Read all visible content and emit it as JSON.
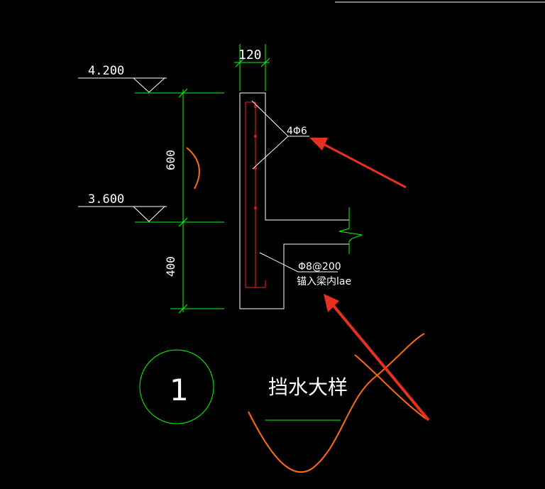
{
  "drawing": {
    "elevations": {
      "top": "4.200",
      "middle": "3.600"
    },
    "dimensions": {
      "width": "120",
      "upper_height": "600",
      "lower_height": "400"
    },
    "rebar_labels": {
      "longitudinal": "4Φ6",
      "stirrup": "Φ8@200",
      "anchorage": "锚入梁内lae"
    },
    "detail_number": "1",
    "title": "挡水大样"
  },
  "colors": {
    "background": "#000000",
    "line_white": "#ffffff",
    "dimension_green": "#00ff00",
    "rebar_red": "#ff2020",
    "markup_orange": "#ff6a10",
    "arrow_red": "#e83020"
  }
}
